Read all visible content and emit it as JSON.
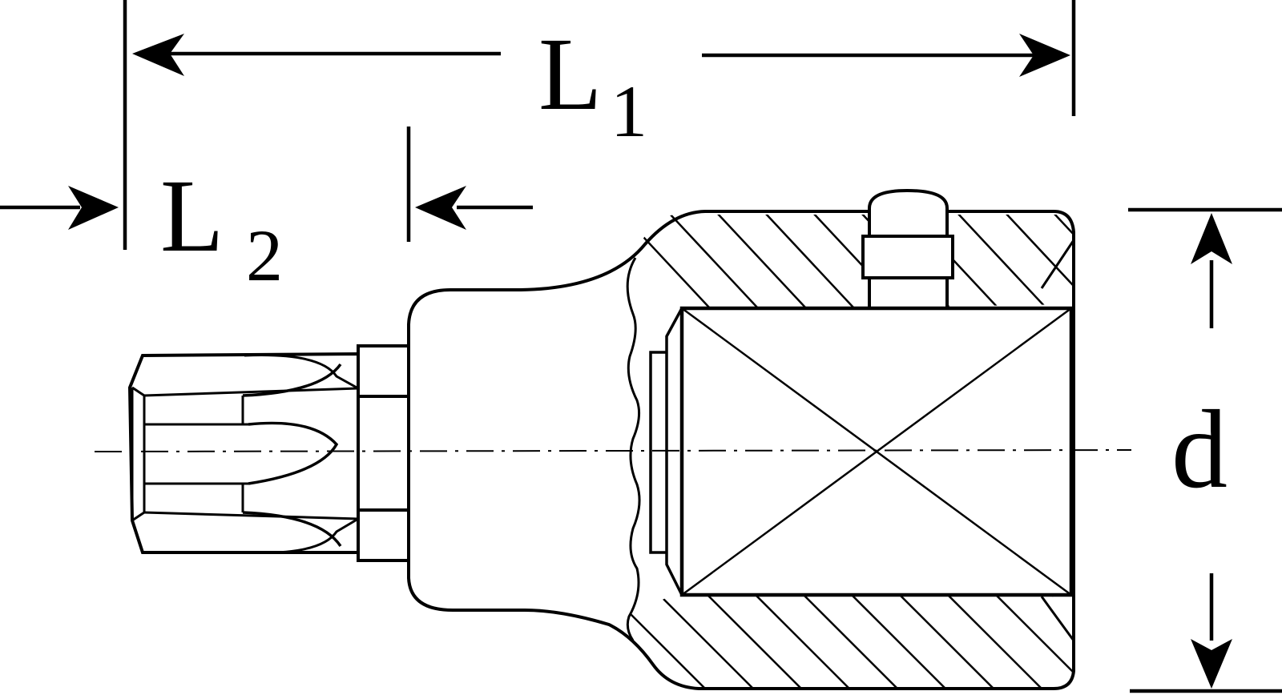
{
  "diagram": {
    "colors": {
      "ink": "#000000",
      "paper": "#ffffff"
    },
    "dimensions": {
      "overall_length": {
        "symbol": "L",
        "subscript": "1"
      },
      "bit_length": {
        "symbol": "L",
        "subscript": "2"
      },
      "diameter": {
        "symbol": "d"
      }
    }
  }
}
